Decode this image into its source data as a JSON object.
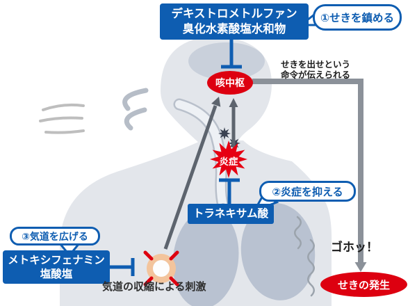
{
  "colors": {
    "accent_blue": "#0e5db1",
    "accent_red": "#dd0010",
    "body_silhouette": "#e3e6eb",
    "lung": "#b9c2d1",
    "signal_arrow_dark": "#5d646e",
    "signal_arrow_gray": "#8b9199",
    "germ": "#3a4252",
    "burst_ring": "#f3c49c"
  },
  "medicines": {
    "antitussive": {
      "name_line1": "デキストロメトルファン",
      "name_line2": "臭化水素酸塩水和物",
      "effect": "①せきを鎮める"
    },
    "antiinflammatory": {
      "name": "トラネキサム酸",
      "effect": "②炎症を抑える"
    },
    "bronchodilator": {
      "name_line1": "メトキシフェナミン",
      "name_line2": "塩酸塩",
      "effect": "③気道を広げる"
    }
  },
  "labels": {
    "cough_center": "咳中枢",
    "inflammation": "炎症",
    "cough_onset": "せきの発生",
    "airway_stimulus": "気道の収縮による刺激",
    "command_line1": "せきを出せという",
    "command_line2": "命令が伝えられる",
    "cough_sound": "ゴホッ！"
  }
}
